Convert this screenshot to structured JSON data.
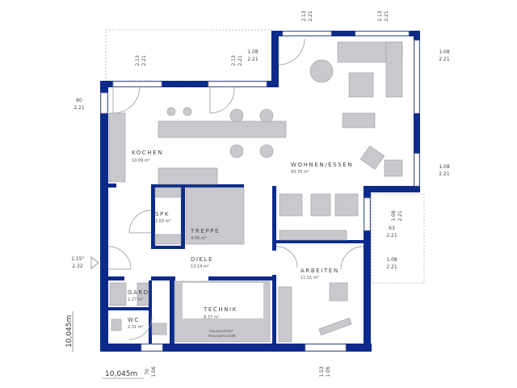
{
  "colors": {
    "wall": "#0b2a8a",
    "furniture": "#c9c9cd",
    "background": "#ffffff"
  },
  "rooms": [
    {
      "name": "KOCHEN",
      "area": "10.09 m²"
    },
    {
      "name": "WOHNEN/ESSEN",
      "area": "43.70 m²"
    },
    {
      "name": "SPK",
      "area": "2.03 m²"
    },
    {
      "name": "TREPPE",
      "area": "4.56 m²"
    },
    {
      "name": "DIELE",
      "area": "13.14 m²"
    },
    {
      "name": "ARBEITEN",
      "area": "11.51 m²"
    },
    {
      "name": "GARD.",
      "area": "2.27 m²"
    },
    {
      "name": "WC",
      "area": "2.31 m²"
    },
    {
      "name": "TECHNIK",
      "area": "8.37 m²"
    }
  ],
  "technik_note": [
    "Haustechnik/",
    "Hauswirtschaft"
  ],
  "dimensions": [
    {
      "top": "2.13",
      "bottom": "2.21"
    },
    {
      "top": "2.13",
      "bottom": "2.21"
    },
    {
      "top": "2.13",
      "bottom": "2.21"
    },
    {
      "top": "2.13",
      "bottom": "2.21"
    },
    {
      "top": "1.08",
      "bottom": "2.21"
    },
    {
      "top": "1.08",
      "bottom": "2.21"
    },
    {
      "top": "80",
      "bottom": "2.21"
    },
    {
      "top": "1.08",
      "bottom": "2.21"
    },
    {
      "top": "1.08",
      "bottom": "2.21"
    },
    {
      "top": "63",
      "bottom": "2.21"
    },
    {
      "top": "1.08",
      "bottom": "2.21"
    },
    {
      "top": "1.15⁵",
      "bottom": "2.32"
    },
    {
      "top": "70",
      "bottom": "1.06"
    },
    {
      "top": "1.53",
      "bottom": "1.06"
    }
  ],
  "overall": {
    "width": "10,045m",
    "depth": "10,045m"
  }
}
